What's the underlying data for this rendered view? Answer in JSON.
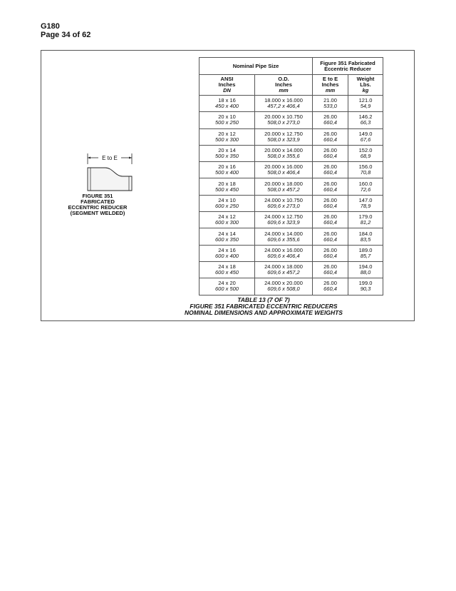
{
  "header": {
    "doc_id": "G180",
    "page": "Page 34 of 62"
  },
  "figure": {
    "dimension_label": "E to E",
    "caption_lines": [
      "FIGURE 351",
      "FABRICATED",
      "ECCENTRIC REDUCER",
      "(SEGMENT WELDED)"
    ]
  },
  "table": {
    "group_headers": [
      "Nominal Pipe Size",
      "Figure 351 Fabricated Eccentric Reducer"
    ],
    "columns": [
      {
        "l1": "ANSI",
        "l2": "Inches",
        "l3": "DN"
      },
      {
        "l1": "O.D.",
        "l2": "Inches",
        "l3": "mm"
      },
      {
        "l1": "E to E",
        "l2": "Inches",
        "l3": "mm"
      },
      {
        "l1": "Weight",
        "l2": "Lbs.",
        "l3": "kg"
      }
    ],
    "rows": [
      [
        "18 x 16",
        "450 x 400",
        "18.000 x 16.000",
        "457,2 x 406,4",
        "21.00",
        "533,0",
        "121.0",
        "54,9"
      ],
      [
        "20 x 10",
        "500 x 250",
        "20.000 x 10.750",
        "508,0 x 273,0",
        "26.00",
        "660,4",
        "146.2",
        "66,3"
      ],
      [
        "20 x 12",
        "500 x 300",
        "20.000 x 12.750",
        "508,0 x 323,9",
        "26.00",
        "660,4",
        "149.0",
        "67,6"
      ],
      [
        "20 x 14",
        "500 x 350",
        "20.000 x 14.000",
        "508,0 x 355,6",
        "26.00",
        "660,4",
        "152.0",
        "68,9"
      ],
      [
        "20 x 16",
        "500 x 400",
        "20.000 x 16.000",
        "508,0 x 406,4",
        "26.00",
        "660,4",
        "156.0",
        "70,8"
      ],
      [
        "20 x 18",
        "500 x 450",
        "20.000 x 18.000",
        "508,0 x 457,2",
        "26.00",
        "660,4",
        "160.0",
        "72,6"
      ],
      [
        "24 x 10",
        "600 x 250",
        "24.000 x 10.750",
        "609,6 x 273,0",
        "26.00",
        "660,4",
        "147.0",
        "78,9"
      ],
      [
        "24 x 12",
        "600 x 300",
        "24.000 x 12.750",
        "609,6 x 323,9",
        "26.00",
        "660,4",
        "179.0",
        "81,2"
      ],
      [
        "24 x 14",
        "600 x 350",
        "24.000 x 14.000",
        "609,6 x 355,6",
        "26.00",
        "660,4",
        "184.0",
        "83,5"
      ],
      [
        "24 x 16",
        "600 x 400",
        "24.000 x 16.000",
        "609,6 x 406,4",
        "26.00",
        "660,4",
        "189.0",
        "85,7"
      ],
      [
        "24 x 18",
        "600 x 450",
        "24.000 x 18.000",
        "609,6 x 457,2",
        "26.00",
        "660,4",
        "194.0",
        "88,0"
      ],
      [
        "24 x 20",
        "600 x 500",
        "24.000 x 20.000",
        "609,6 x 508,0",
        "26.00",
        "660,4",
        "199.0",
        "90,3"
      ]
    ]
  },
  "caption": [
    "TABLE 13 (7 OF 7)",
    "FIGURE 351 FABRICATED ECCENTRIC REDUCERS",
    "NOMINAL DIMENSIONS AND APPROXIMATE WEIGHTS"
  ]
}
